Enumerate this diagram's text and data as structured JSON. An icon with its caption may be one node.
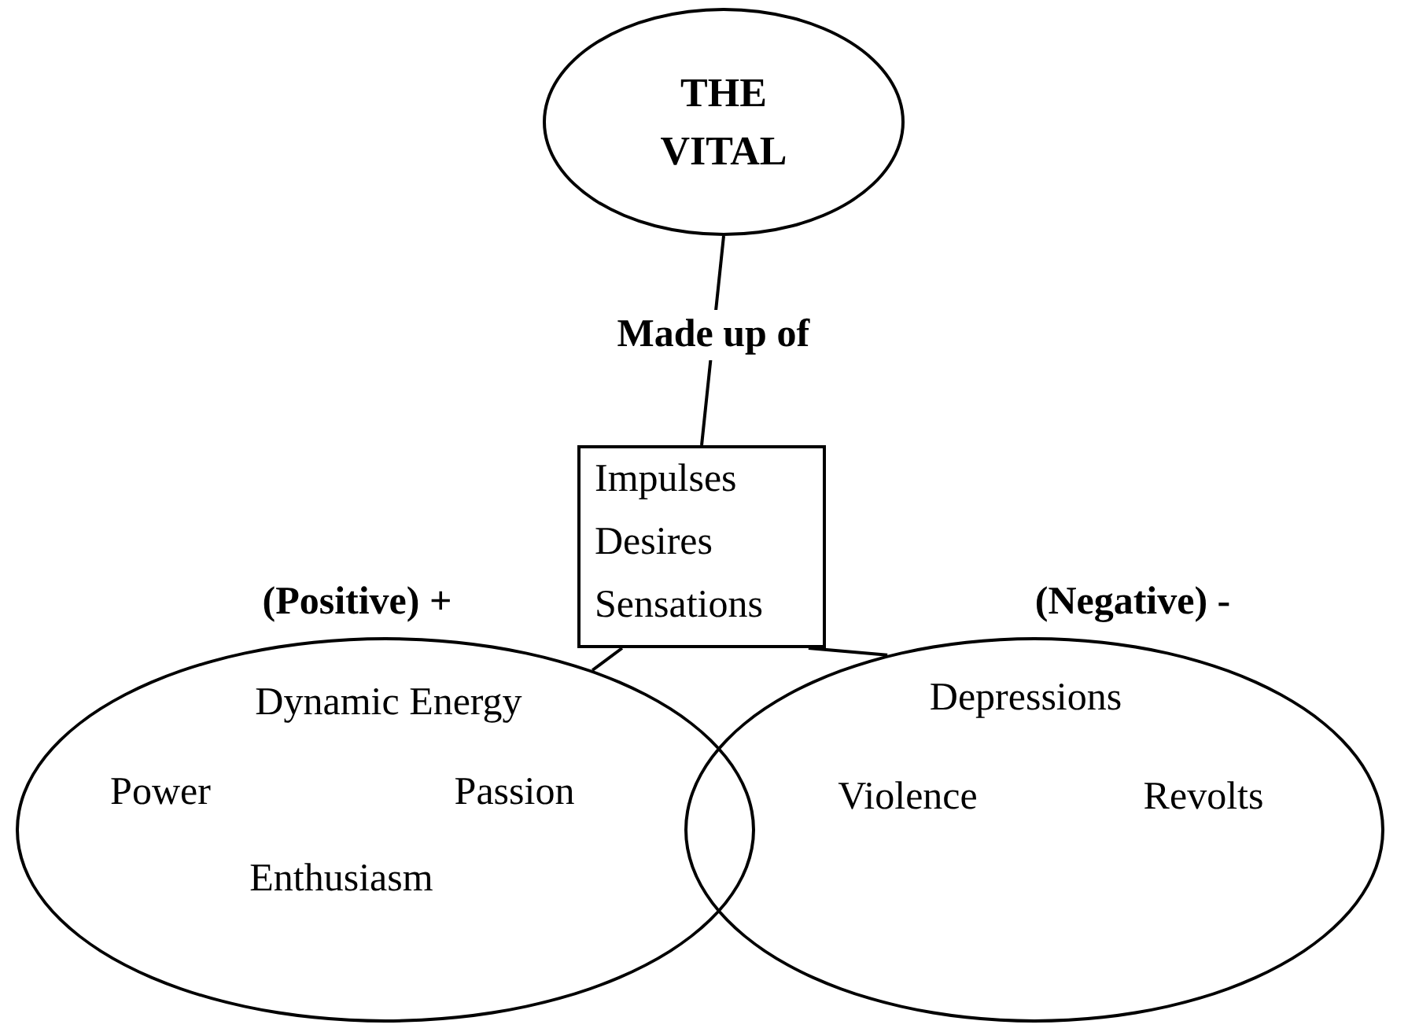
{
  "diagram": {
    "nodes": [
      {
        "text": [
          "THE VITAL"
        ]
      },
      {
        "text": [
          "Impulses",
          "Desires",
          "Sensations"
        ]
      },
      {
        "text": [
          "**(Positive)** +",
          "Dynamic Energy",
          "Power",
          "Passion",
          "Enthusiasm"
        ]
      },
      {
        "text": [
          "(Negative) -",
          "Depressions",
          "Violence",
          "Revolts"
        ]
      }
    ],
    "edges": [
      {
        "from": 0,
        "to": 1,
        "arrow": "none",
        "label": "Made up of"
      },
      {
        "from": 1,
        "to": 2,
        "arrow": "none"
      },
      {
        "from": 1,
        "to": 3,
        "arrow": "none"
      }
    ]
  }
}
